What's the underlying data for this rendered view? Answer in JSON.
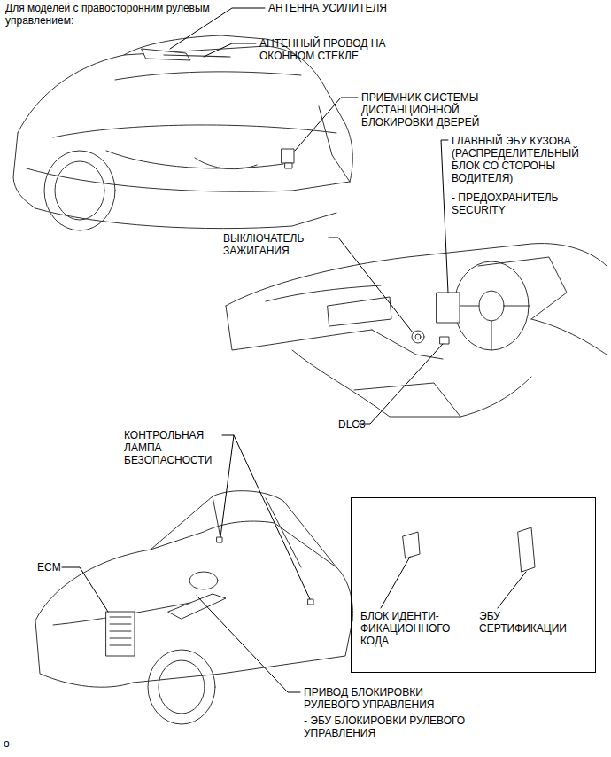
{
  "diagram": {
    "nodes": [
      {
        "text": [
          "БЛОК ИДЕНТИ- ФИКАЦИОННОГО КОДА",
          "ЭБУ СЕРТИФИКАЦИИ"
        ]
      }
    ],
    "labels": [
      "Для моделей с правосторонним рулевым управлением:",
      "АНТЕННА УСИЛИТЕЛЯ",
      "АНТЕННЫЙ ПРОВОД НА ОКОННОМ СТЕКЛЕ",
      "ПРИЕМНИК СИСТЕМЫ ДИСТАНЦИОННОЙ БЛОКИРОВКИ ДВЕРЕЙ",
      "ГЛАВНЫЙ ЭБУ КУЗОВА (РАСПРЕДЕЛИТЕЛЬНЫЙ БЛОК СО СТОРОНЫ ВОДИТЕЛЯ)",
      "- ПРЕДОХРАНИТЕЛЬ SECURITY",
      "ВЫКЛЮЧАТЕЛЬ ЗАЖИГАНИЯ",
      "DLC3",
      "КОНТРОЛЬНАЯ ЛАМПА БЕЗОПАСНОСТИ",
      "ECM",
      "ПРИВОД БЛОКИРОВКИ РУЛЕВОГО УПРАВЛЕНИЯ",
      "- ЭБУ БЛОКИРОВКИ РУЛЕВОГО УПРАВЛЕНИЯ",
      "o"
    ]
  }
}
